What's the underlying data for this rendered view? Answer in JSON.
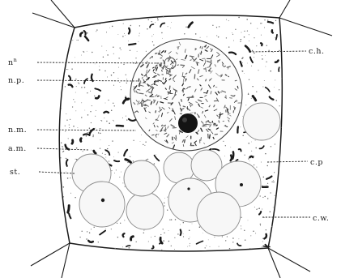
{
  "figure": {
    "labels": {
      "nucleolus_small": "n",
      "nucleolus_small_sup": "n",
      "nuclear_plasm": "n.p.",
      "nuclear_membrane": "n.m.",
      "amyloplast": "a.m.",
      "starch": "st.",
      "chromatin": "c.h.",
      "cytoplasm": "c.p",
      "cell_wall": "c.w."
    },
    "colors": {
      "ink": "#1a1a1a",
      "paper": "#ffffff"
    }
  }
}
